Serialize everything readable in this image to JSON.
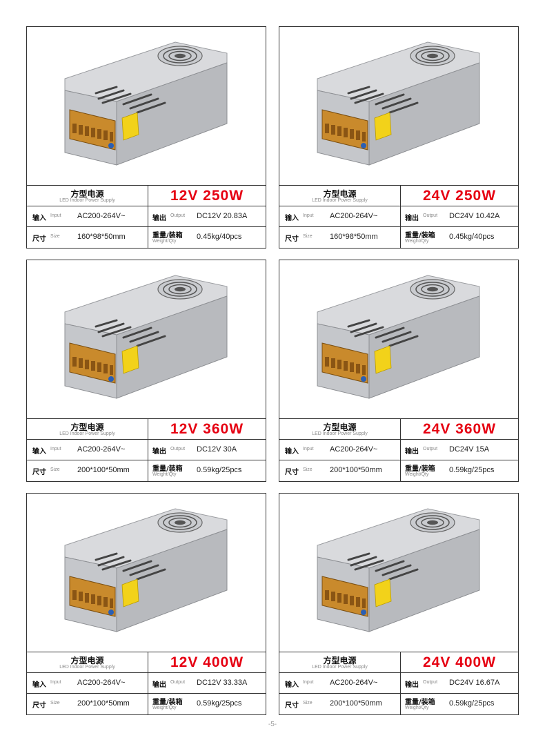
{
  "labels": {
    "title_cn": "方型电源",
    "title_en": "LED Indoor Power Supply",
    "input_cn": "输入",
    "input_en": "Input",
    "output_cn": "输出",
    "output_en": "Output",
    "size_cn": "尺寸",
    "size_en": "Size",
    "weight_cn": "重量/装箱",
    "weight_en": "Weight/Qty"
  },
  "products": [
    {
      "model": "12V  250W",
      "input": "AC200-264V~",
      "output": "DC12V 20.83A",
      "size": "160*98*50mm",
      "weight": "0.45kg/40pcs",
      "image": "power-supply-250w"
    },
    {
      "model": "24V  250W",
      "input": "AC200-264V~",
      "output": "DC24V 10.42A",
      "size": "160*98*50mm",
      "weight": "0.45kg/40pcs",
      "image": "power-supply-250w"
    },
    {
      "model": "12V  360W",
      "input": "AC200-264V~",
      "output": "DC12V 30A",
      "size": "200*100*50mm",
      "weight": "0.59kg/25pcs",
      "image": "power-supply-360w"
    },
    {
      "model": "24V  360W",
      "input": "AC200-264V~",
      "output": "DC24V 15A",
      "size": "200*100*50mm",
      "weight": "0.59kg/25pcs",
      "image": "power-supply-360w"
    },
    {
      "model": "12V  400W",
      "input": "AC200-264V~",
      "output": "DC12V 33.33A",
      "size": "200*100*50mm",
      "weight": "0.59kg/25pcs",
      "image": "power-supply-400w"
    },
    {
      "model": "24V  400W",
      "input": "AC200-264V~",
      "output": "DC24V 16.67A",
      "size": "200*100*50mm",
      "weight": "0.59kg/25pcs",
      "image": "power-supply-400w"
    }
  ],
  "colors": {
    "model_red": "#e60012",
    "border": "#333333"
  },
  "page_number": "-5-"
}
